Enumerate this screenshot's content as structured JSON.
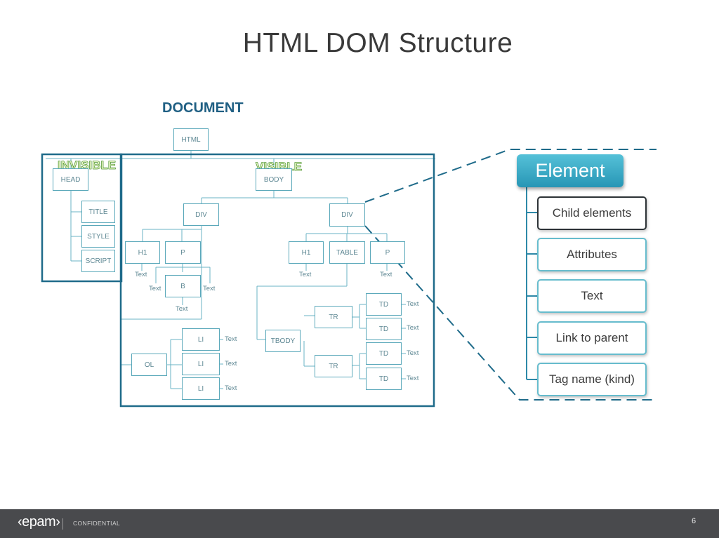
{
  "slide": {
    "title": "HTML DOM Structure",
    "page_number": "6"
  },
  "diagram": {
    "document_label": "DOCUMENT",
    "invisible_tag": "INVISIBLE",
    "visible_tag": "VISIBLE",
    "nodes": {
      "html": "HTML",
      "head": "HEAD",
      "title": "TITLE",
      "style": "STYLE",
      "script": "SCRIPT",
      "body": "BODY",
      "div1": "DIV",
      "div2": "DIV",
      "h1_1": "H1",
      "p1": "P",
      "b": "B",
      "h1_2": "H1",
      "table": "TABLE",
      "p2": "P",
      "tbody": "TBODY",
      "tr1": "TR",
      "tr2": "TR",
      "td1": "TD",
      "td2": "TD",
      "td3": "TD",
      "td4": "TD",
      "ol": "OL",
      "li1": "LI",
      "li2": "LI",
      "li3": "LI"
    },
    "text_label": "Text"
  },
  "element_panel": {
    "header": "Element",
    "items": [
      "Child elements",
      "Attributes",
      "Text",
      "Link to parent",
      "Tag name (kind)"
    ]
  },
  "footer": {
    "logo": "‹epam›",
    "confidential": "CONFIDENTIAL"
  }
}
